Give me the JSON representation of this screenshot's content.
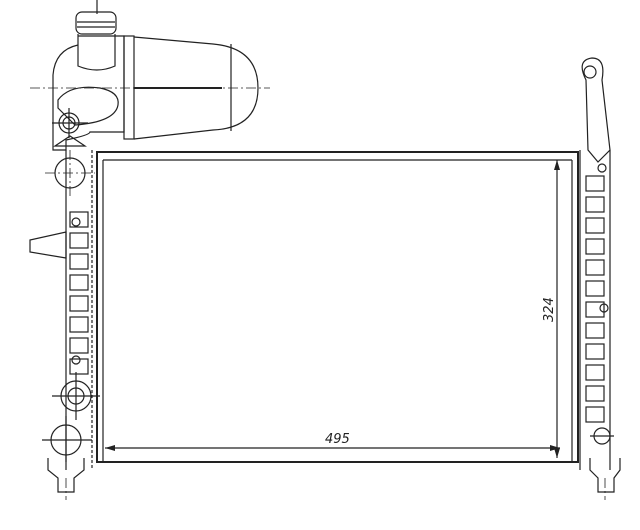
{
  "drawing": {
    "subject": "radiator",
    "dimensions": {
      "width": "495",
      "height": "324"
    },
    "line_color": "#222222",
    "background": "#ffffff"
  }
}
